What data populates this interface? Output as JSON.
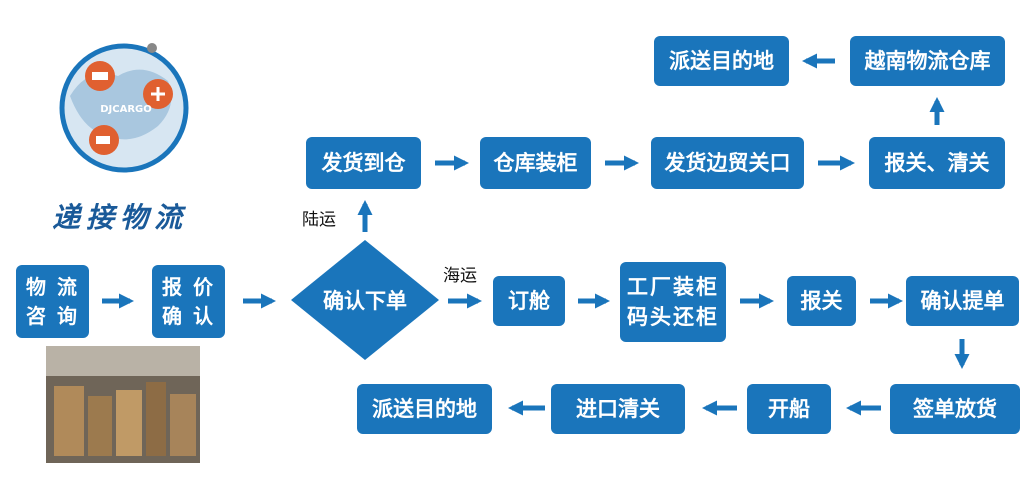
{
  "logo": {
    "brand": "DJCARGO",
    "tagline": "递接物流"
  },
  "left": {
    "consult": [
      "物 流",
      "咨 询"
    ],
    "quote": [
      "报 价",
      "确 认"
    ],
    "confirm": "确认下单"
  },
  "labels": {
    "land": "陆运",
    "sea": "海运"
  },
  "land_route": {
    "ship_to_wh": "发货到仓",
    "wh_load": "仓库装柜",
    "border_port": "发货边贸关口",
    "customs": "报关、清关",
    "vn_wh": "越南物流仓库",
    "deliver": "派送目的地"
  },
  "sea_route": {
    "book": "订舱",
    "factory": [
      "工厂装柜",
      "码头还柜"
    ],
    "declare": "报关",
    "bl": "确认提单",
    "release": "签单放货",
    "sail": "开船",
    "import": "进口清关",
    "deliver": "派送目的地"
  },
  "colors": {
    "box": "#1a75bb",
    "arrow": "#1a75bb"
  }
}
